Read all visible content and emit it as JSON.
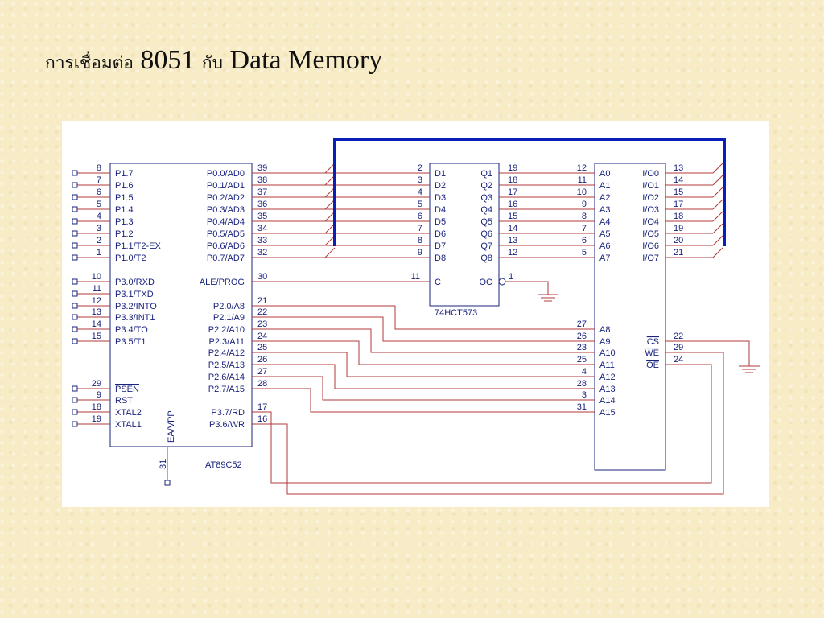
{
  "title": {
    "thai_prefix": "การเชื่อมต่อ",
    "number": "8051",
    "thai_with": "กับ",
    "subject": "Data Memory"
  },
  "mcu": {
    "part": "AT89C52",
    "left_pins": [
      {
        "num": "8",
        "label": "P1.7"
      },
      {
        "num": "7",
        "label": "P1.6"
      },
      {
        "num": "6",
        "label": "P1.5"
      },
      {
        "num": "5",
        "label": "P1.4"
      },
      {
        "num": "4",
        "label": "P1.3"
      },
      {
        "num": "3",
        "label": "P1.2"
      },
      {
        "num": "2",
        "label": "P1.1/T2-EX"
      },
      {
        "num": "1",
        "label": "P1.0/T2"
      },
      {
        "num": "10",
        "label": "P3.0/RXD"
      },
      {
        "num": "11",
        "label": "P3.1/TXD"
      },
      {
        "num": "12",
        "label": "P3.2/INTO"
      },
      {
        "num": "13",
        "label": "P3.3/INT1"
      },
      {
        "num": "14",
        "label": "P3.4/TO"
      },
      {
        "num": "15",
        "label": "P3.5/T1"
      },
      {
        "num": "29",
        "label": "PSEN"
      },
      {
        "num": "9",
        "label": "RST"
      },
      {
        "num": "18",
        "label": "XTAL2"
      },
      {
        "num": "19",
        "label": "XTAL1"
      }
    ],
    "port0_pins": [
      {
        "num": "39",
        "label": "P0.0/AD0"
      },
      {
        "num": "38",
        "label": "P0.1/AD1"
      },
      {
        "num": "37",
        "label": "P0.2/AD2"
      },
      {
        "num": "36",
        "label": "P0.3/AD3"
      },
      {
        "num": "35",
        "label": "P0.4/AD4"
      },
      {
        "num": "34",
        "label": "P0.5/AD5"
      },
      {
        "num": "33",
        "label": "P0.6/AD6"
      },
      {
        "num": "32",
        "label": "P0.7/AD7"
      }
    ],
    "ale_pin": {
      "num": "30",
      "label": "ALE/PROG"
    },
    "port2_pins": [
      {
        "num": "21",
        "label": "P2.0/A8"
      },
      {
        "num": "22",
        "label": "P2.1/A9"
      },
      {
        "num": "23",
        "label": "P2.2/A10"
      },
      {
        "num": "24",
        "label": "P2.3/A11"
      },
      {
        "num": "25",
        "label": "P2.4/A12"
      },
      {
        "num": "26",
        "label": "P2.5/A13"
      },
      {
        "num": "27",
        "label": "P2.6/A14"
      },
      {
        "num": "28",
        "label": "P2.7/A15"
      }
    ],
    "rd_pin": {
      "num": "17",
      "label": "P3.7/RD"
    },
    "wr_pin": {
      "num": "16",
      "label": "P3.6/WR"
    },
    "ea_pin": {
      "num": "31",
      "label": "EA/VPP"
    }
  },
  "latch": {
    "part": "74HCT573",
    "d_pins": [
      {
        "num": "2",
        "label": "D1"
      },
      {
        "num": "3",
        "label": "D2"
      },
      {
        "num": "4",
        "label": "D3"
      },
      {
        "num": "5",
        "label": "D4"
      },
      {
        "num": "6",
        "label": "D5"
      },
      {
        "num": "7",
        "label": "D6"
      },
      {
        "num": "8",
        "label": "D7"
      },
      {
        "num": "9",
        "label": "D8"
      }
    ],
    "q_pins": [
      {
        "num": "19",
        "label": "Q1"
      },
      {
        "num": "18",
        "label": "Q2"
      },
      {
        "num": "17",
        "label": "Q3"
      },
      {
        "num": "16",
        "label": "Q4"
      },
      {
        "num": "15",
        "label": "Q5"
      },
      {
        "num": "14",
        "label": "Q6"
      },
      {
        "num": "13",
        "label": "Q7"
      },
      {
        "num": "12",
        "label": "Q8"
      }
    ],
    "c_pin": {
      "num": "11",
      "label": "C"
    },
    "oc_pin": {
      "num": "1",
      "label": "OC"
    }
  },
  "memory": {
    "addr_low": [
      {
        "num": "12",
        "label": "A0"
      },
      {
        "num": "11",
        "label": "A1"
      },
      {
        "num": "10",
        "label": "A2"
      },
      {
        "num": "9",
        "label": "A3"
      },
      {
        "num": "8",
        "label": "A4"
      },
      {
        "num": "7",
        "label": "A5"
      },
      {
        "num": "6",
        "label": "A6"
      },
      {
        "num": "5",
        "label": "A7"
      }
    ],
    "addr_high": [
      {
        "num": "27",
        "label": "A8"
      },
      {
        "num": "26",
        "label": "A9"
      },
      {
        "num": "23",
        "label": "A10"
      },
      {
        "num": "25",
        "label": "A11"
      },
      {
        "num": "4",
        "label": "A12"
      },
      {
        "num": "28",
        "label": "A13"
      },
      {
        "num": "3",
        "label": "A14"
      },
      {
        "num": "31",
        "label": "A15"
      }
    ],
    "io_pins": [
      {
        "num": "13",
        "label": "I/O0"
      },
      {
        "num": "14",
        "label": "I/O1"
      },
      {
        "num": "15",
        "label": "I/O2"
      },
      {
        "num": "17",
        "label": "I/O3"
      },
      {
        "num": "18",
        "label": "I/O4"
      },
      {
        "num": "19",
        "label": "I/O5"
      },
      {
        "num": "20",
        "label": "I/O6"
      },
      {
        "num": "21",
        "label": "I/O7"
      }
    ],
    "control_pins": [
      {
        "num": "22",
        "label": "CS"
      },
      {
        "num": "29",
        "label": "WE"
      },
      {
        "num": "24",
        "label": "OE"
      }
    ]
  }
}
